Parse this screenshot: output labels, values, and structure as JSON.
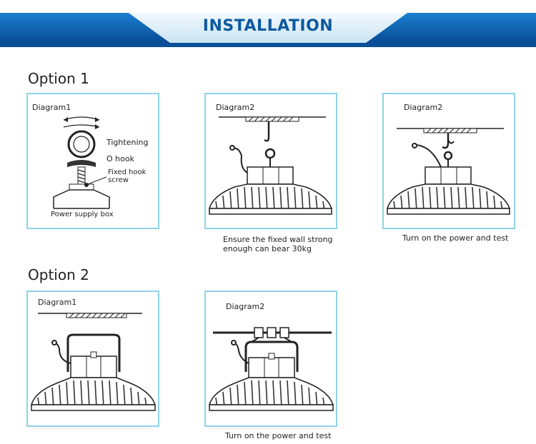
{
  "banner": {
    "title": "INSTALLATION"
  },
  "option1": {
    "heading": "Option 1",
    "d1": {
      "label": "Diagram1",
      "tightening": "Tightening",
      "ohook": "O hook",
      "screw_line1": "Fixed hook",
      "screw_line2": "screw",
      "box": "Power supply box"
    },
    "d2": {
      "label": "Diagram2",
      "caption_line1": "Ensure the fixed wall strong",
      "caption_line2": "enough can bear 30kg"
    },
    "d3": {
      "label": "Diagram2",
      "caption": "Turn on the power and test"
    }
  },
  "option2": {
    "heading": "Option 2",
    "d1": {
      "label": "Diagram1"
    },
    "d2": {
      "label": "Diagram2",
      "caption": "Turn on the power and test"
    }
  },
  "colors": {
    "banner_dark": "#0b5aa7",
    "banner_light": "#d8ecf6",
    "panel_border": "#8fd3e6",
    "title": "#0e5a9f"
  }
}
